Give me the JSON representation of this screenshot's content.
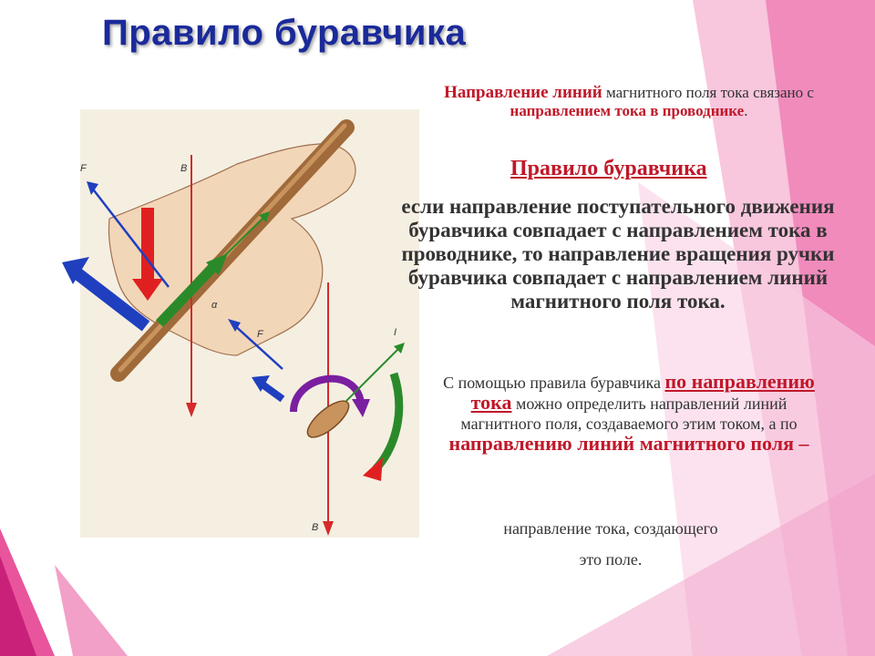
{
  "title": "Правило буравчика",
  "intro": {
    "p1": "Направление линий",
    "p2": " магнитного поля тока связано с ",
    "p3": "направлением тока в проводнике",
    "p4": "."
  },
  "rule_title": "Правило буравчика",
  "rule_text": "если направление поступательного движения буравчика совпадает с направлением тока в проводнике, то направление вращения ручки буравчика совпадает с направлением линий магнитного поля тока.",
  "usage": {
    "p1": "С помощью правила буравчика ",
    "p2": "по направлению тока",
    "p3": " можно определить направлений линий магнитного поля, создаваемого этим током, а по ",
    "p4": "направлению линий магнитного поля",
    "p5": " –"
  },
  "tail1": "направление тока, создающего",
  "tail2": "это поле.",
  "figure_labels": {
    "f": "F",
    "b": "B",
    "alpha": "α",
    "i": "I"
  },
  "colors": {
    "title": "#1a2a9a",
    "accent_red": "#c0182a",
    "pink": "#e8559c",
    "arrow_blue": "#1f3fbf",
    "arrow_green": "#2a8a2a",
    "arrow_purple": "#7a1fa0"
  }
}
